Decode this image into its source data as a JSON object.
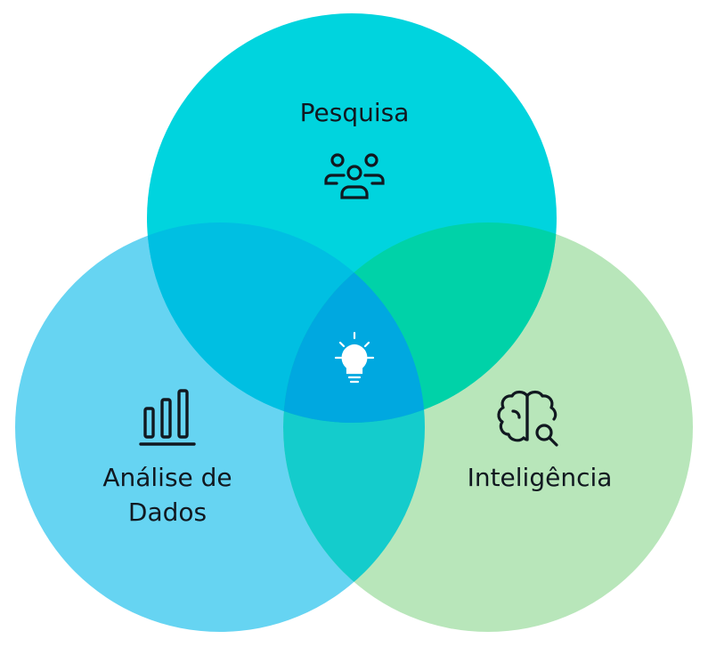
{
  "sets": {
    "top": {
      "label": "Pesquisa",
      "icon": "people-group-icon",
      "color": "#00D4DE"
    },
    "left": {
      "label_line1": "Análise de",
      "label_line2": "Dados",
      "icon": "bar-chart-icon",
      "color": "#66D4F2"
    },
    "right": {
      "label": "Inteligência",
      "icon": "brain-search-icon",
      "color": "#B8E6BA"
    }
  },
  "overlaps": {
    "top_left": "#00BFE2",
    "top_right": "#00D2A8",
    "left_right": "#14CCCC",
    "center": {
      "icon": "lightbulb-icon",
      "color": "#00A8E0"
    }
  }
}
